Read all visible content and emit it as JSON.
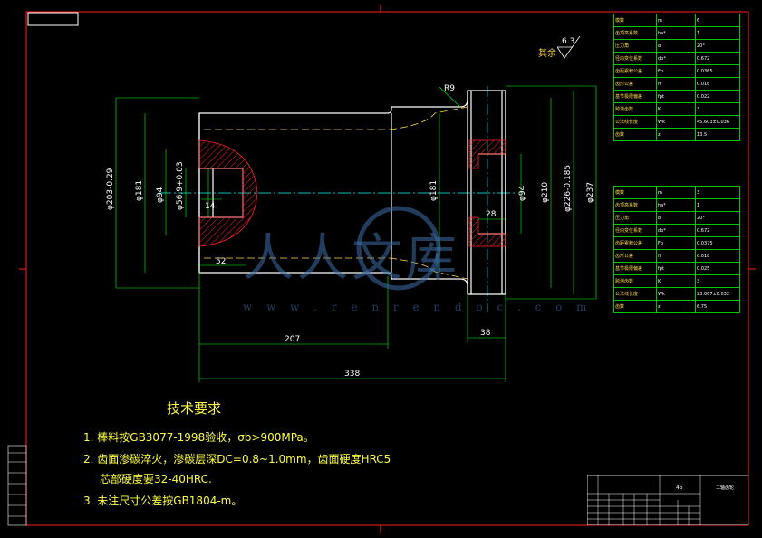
{
  "title_placeholder": "",
  "roughness": {
    "symbol_value": "6.3",
    "label": "其余"
  },
  "dimensions": {
    "d1": "φ203-0.29",
    "d2": "φ181",
    "d3": "φ94",
    "d4": "φ56.9+0.03",
    "d5": "14",
    "d6": "52",
    "d7": "φ181",
    "d8": "φ94",
    "d9": "28",
    "d10": "φ210",
    "d11": "φ226-0.185",
    "d12": "φ237",
    "len1": "207",
    "len2": "338",
    "len3": "38",
    "r9": "R9"
  },
  "table1": {
    "rows": [
      [
        "模数",
        "m",
        "6"
      ],
      [
        "齿顶高系数",
        "ha*",
        "1"
      ],
      [
        "压力角",
        "α",
        "20°"
      ],
      [
        "径向变位系数",
        "dp*",
        "0.672"
      ],
      [
        "齿距累积公差",
        "Fp",
        "0.0365"
      ],
      [
        "齿形公差",
        "ff",
        "0.016"
      ],
      [
        "基节极限偏差",
        "fpt",
        "0.022"
      ],
      [
        "跨测齿数",
        "K",
        "3"
      ],
      [
        "公法线长度",
        "Wk",
        "45.603±0.036"
      ],
      [
        "齿数",
        "z",
        "13.5"
      ]
    ]
  },
  "table2": {
    "rows": [
      [
        "模数",
        "m",
        "3"
      ],
      [
        "齿顶高系数",
        "ha*",
        "1"
      ],
      [
        "压力角",
        "α",
        "20°"
      ],
      [
        "径向变位系数",
        "dp*",
        "0.672"
      ],
      [
        "齿距累积公差",
        "Fp",
        "0.0375"
      ],
      [
        "齿形公差",
        "ff",
        "0.018"
      ],
      [
        "基节极限偏差",
        "fpt",
        "0.025"
      ],
      [
        "跨测齿数",
        "K",
        "3"
      ],
      [
        "公法线长度",
        "Wk",
        "23.067±0.032"
      ],
      [
        "齿数",
        "z",
        "6.75"
      ]
    ]
  },
  "notes": {
    "title": "技术要求",
    "line1": "1.  棒料按GB3077-1998验收，σb>900MPa。",
    "line2": "2.  齿面渗碳淬火，渗碳层深DC=0.8~1.0mm，齿面硬度HRC5",
    "line2b": "芯部硬度要32-40HRC.",
    "line3": "3.  未注尺寸公差按GB1804-m。"
  },
  "titleblock": {
    "material": "45",
    "part": "二轴齿轮"
  },
  "watermark": {
    "text": "人人文库",
    "url": "w w w . r e n r e n d o c . c o m"
  },
  "colors": {
    "frame": "#ff0000",
    "outline": "#ffffff",
    "dim": "#00ff00",
    "hatch": "#ff2020",
    "center": "#00ffff",
    "table": "#00c800"
  }
}
